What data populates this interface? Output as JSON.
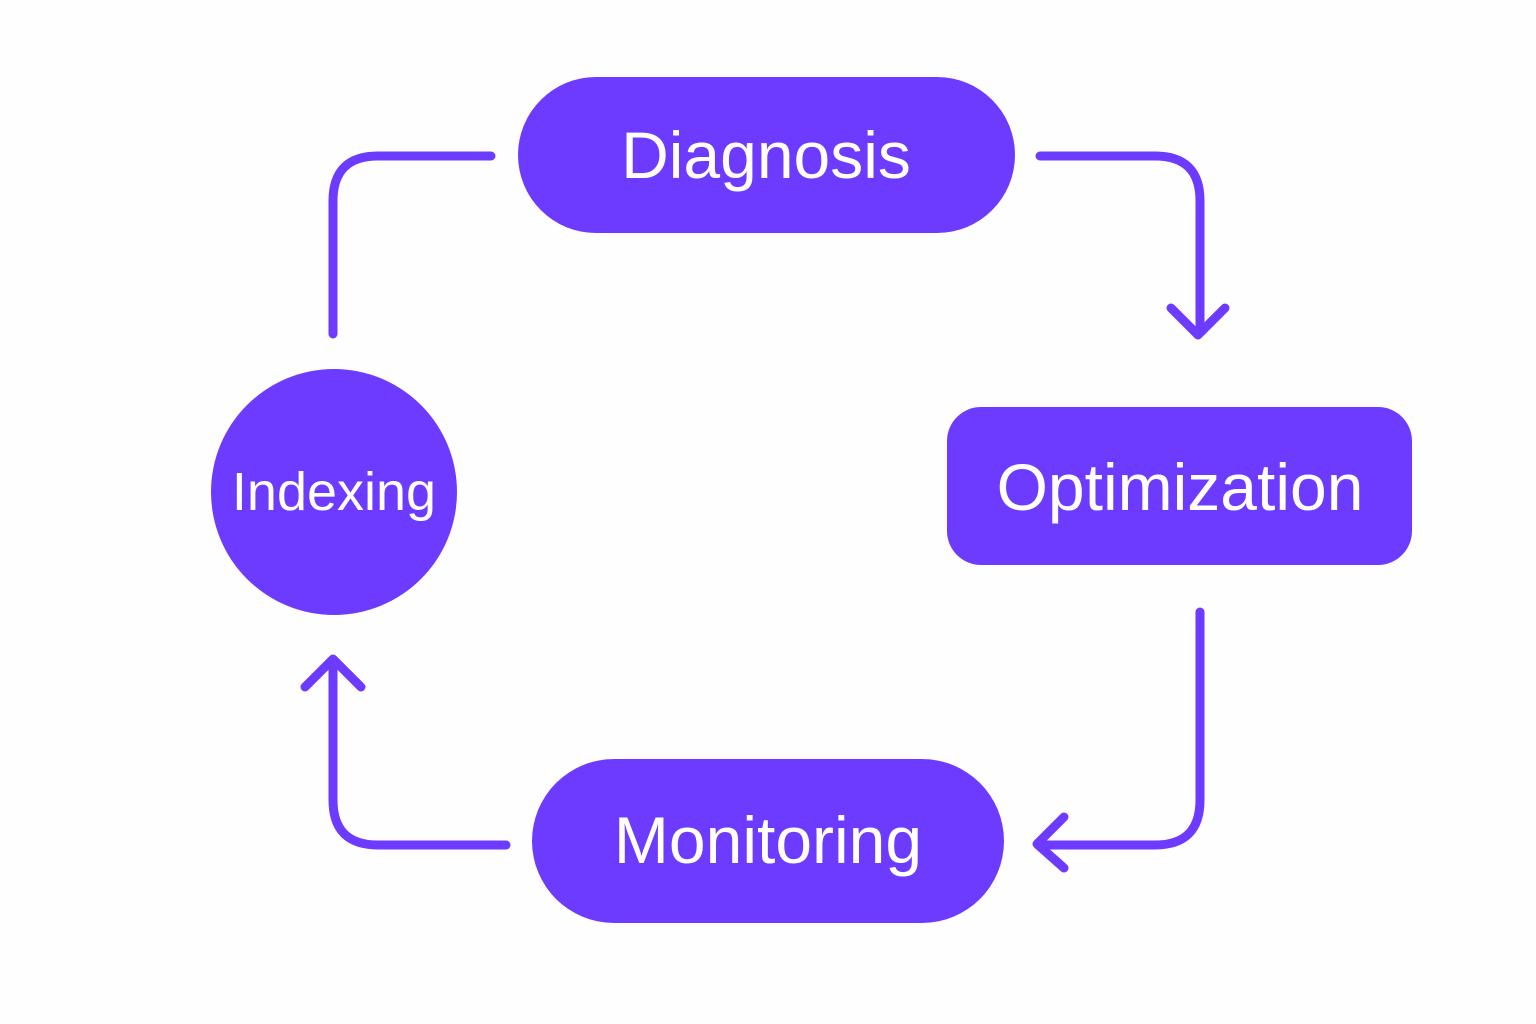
{
  "colors": {
    "accent": "#6c3bff",
    "background": "#fefefe",
    "label": "#ffffff"
  },
  "nodes": {
    "diagnosis": {
      "label": "Diagnosis"
    },
    "optimization": {
      "label": "Optimization"
    },
    "monitoring": {
      "label": "Monitoring"
    },
    "indexing": {
      "label": "Indexing"
    }
  },
  "edges": [
    {
      "from": "diagnosis",
      "to": "optimization"
    },
    {
      "from": "optimization",
      "to": "monitoring"
    },
    {
      "from": "monitoring",
      "to": "indexing"
    },
    {
      "from": "indexing",
      "to": "diagnosis"
    }
  ]
}
